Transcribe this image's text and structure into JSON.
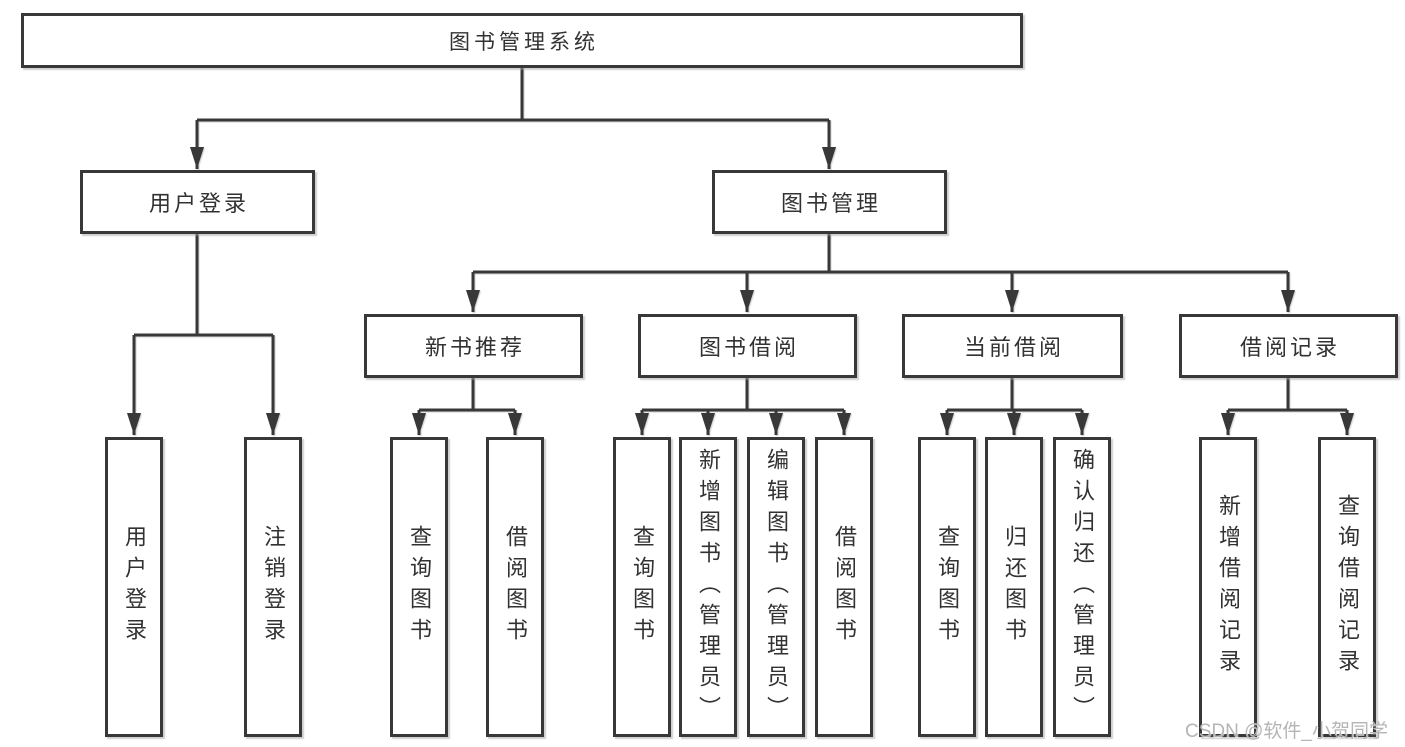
{
  "page": {
    "watermark": "CSDN @软件_小贺同学"
  },
  "colors": {
    "line": "#383838",
    "box_border": "#383838",
    "text": "#323232",
    "watermark": "#b5b5b5",
    "background": "#ffffff"
  },
  "tree": {
    "label": "图书管理系统",
    "children": [
      {
        "label": "用户登录",
        "children": [
          {
            "label": "用户登录"
          },
          {
            "label": "注销登录"
          }
        ]
      },
      {
        "label": "图书管理",
        "children": [
          {
            "label": "新书推荐",
            "children": [
              {
                "label": "查询图书"
              },
              {
                "label": "借阅图书"
              }
            ]
          },
          {
            "label": "图书借阅",
            "children": [
              {
                "label": "查询图书"
              },
              {
                "label": "新增图书（管理员）"
              },
              {
                "label": "编辑图书（管理员）"
              },
              {
                "label": "借阅图书"
              }
            ]
          },
          {
            "label": "当前借阅",
            "children": [
              {
                "label": "查询图书"
              },
              {
                "label": "归还图书"
              },
              {
                "label": "确认归还（管理员）"
              }
            ]
          },
          {
            "label": "借阅记录",
            "children": [
              {
                "label": "新增借阅记录"
              },
              {
                "label": "查询借阅记录"
              }
            ]
          }
        ]
      }
    ]
  }
}
